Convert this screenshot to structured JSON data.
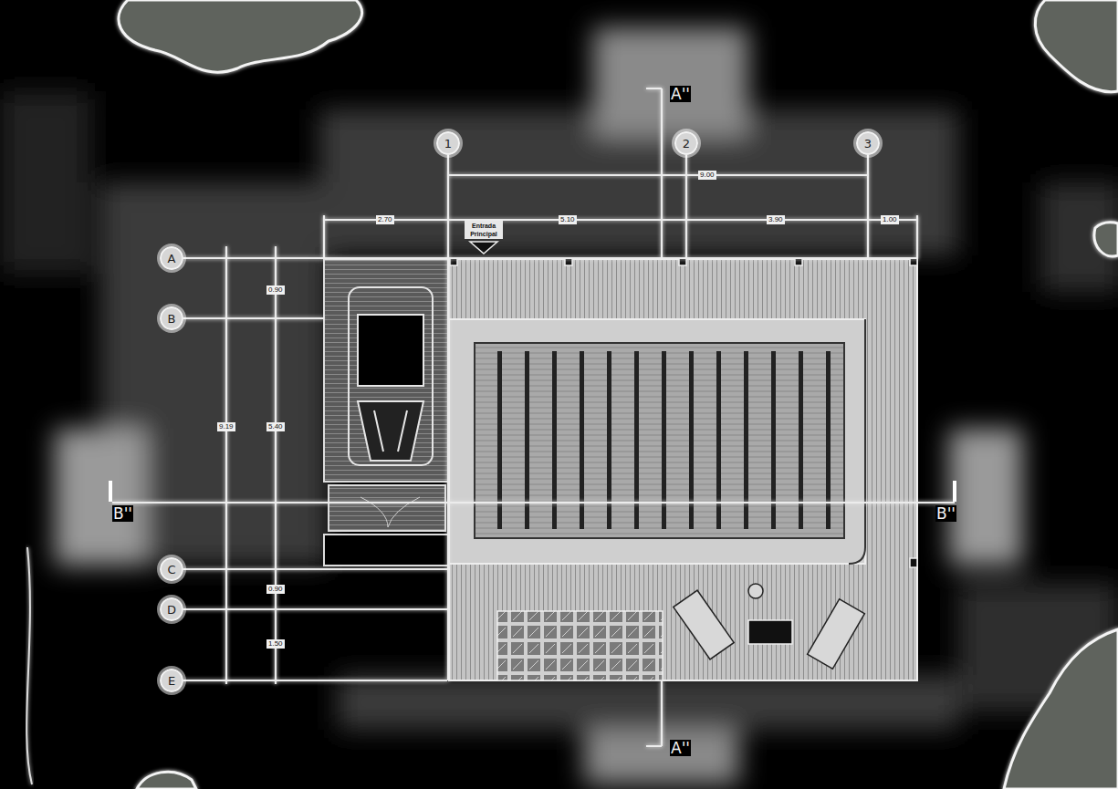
{
  "diagram": {
    "nodes": [
      {
        "text": [
          "1"
        ]
      },
      {
        "text": [
          "2"
        ]
      },
      {
        "text": [
          "3"
        ]
      },
      {
        "text": [
          "A"
        ]
      },
      {
        "text": [
          "B"
        ]
      },
      {
        "text": [
          "C"
        ]
      },
      {
        "text": [
          "D"
        ]
      },
      {
        "text": [
          "E"
        ]
      }
    ],
    "labels": [
      "A''",
      "A''",
      "B''",
      "B''",
      "9.00",
      "2.70",
      "5.10",
      "3.90",
      "1.00",
      "0.90",
      "9.19",
      "5.40",
      "0.90",
      "1.50",
      "Entrada Principal"
    ]
  }
}
